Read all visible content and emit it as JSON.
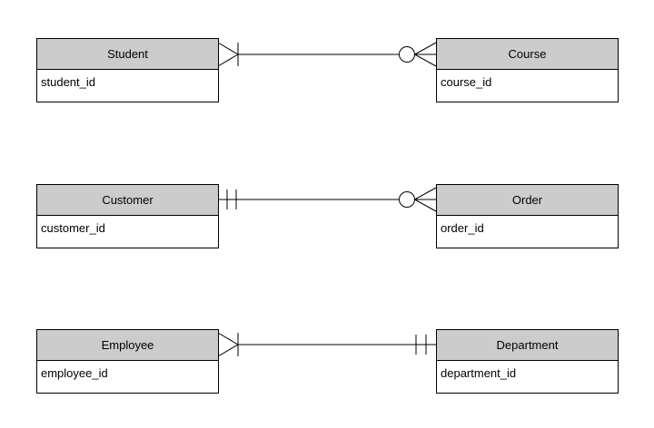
{
  "diagram": {
    "type": "entity-relationship-diagram",
    "colors": {
      "background": "#ffffff",
      "entity_header_fill": "#cccccc",
      "entity_body_fill": "#ffffff",
      "border": "#000000",
      "connector": "#000000"
    },
    "entities": [
      {
        "title": "Student",
        "attribute": "student_id"
      },
      {
        "title": "Course",
        "attribute": "course_id"
      },
      {
        "title": "Customer",
        "attribute": "customer_id"
      },
      {
        "title": "Order",
        "attribute": "order_id"
      },
      {
        "title": "Employee",
        "attribute": "employee_id"
      },
      {
        "title": "Department",
        "attribute": "department_id"
      }
    ],
    "relationships": [
      {
        "from": "Student",
        "to": "Course",
        "from_cardinality": "one-or-many",
        "from_symbol": "crow-foot-with-bar",
        "to_cardinality": "zero-or-many",
        "to_symbol": "circle-with-crow-foot"
      },
      {
        "from": "Customer",
        "to": "Order",
        "from_cardinality": "exactly-one",
        "from_symbol": "double-bar",
        "to_cardinality": "zero-or-many",
        "to_symbol": "circle-with-crow-foot"
      },
      {
        "from": "Employee",
        "to": "Department",
        "from_cardinality": "one-or-many",
        "from_symbol": "crow-foot-with-bar",
        "to_cardinality": "exactly-one",
        "to_symbol": "double-bar"
      }
    ]
  }
}
